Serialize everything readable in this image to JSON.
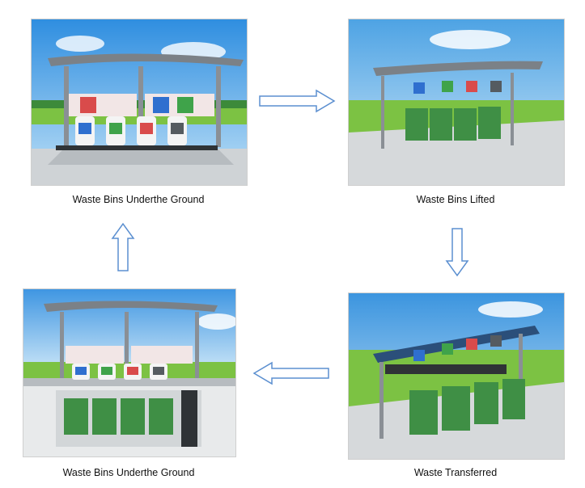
{
  "steps": [
    {
      "caption": "Waste Bins Underthe Ground"
    },
    {
      "caption": "Waste Bins Lifted"
    },
    {
      "caption": "Waste Transferred"
    },
    {
      "caption": "Waste Bins Underthe Ground"
    }
  ],
  "colors": {
    "sky": "#4ea3e4",
    "grass": "#7cc243",
    "pavement": "#cfd3d6",
    "bin_green": "#3f8f45",
    "shelter_frame": "#8a8f95",
    "arrow_stroke": "#5b8fd0"
  }
}
